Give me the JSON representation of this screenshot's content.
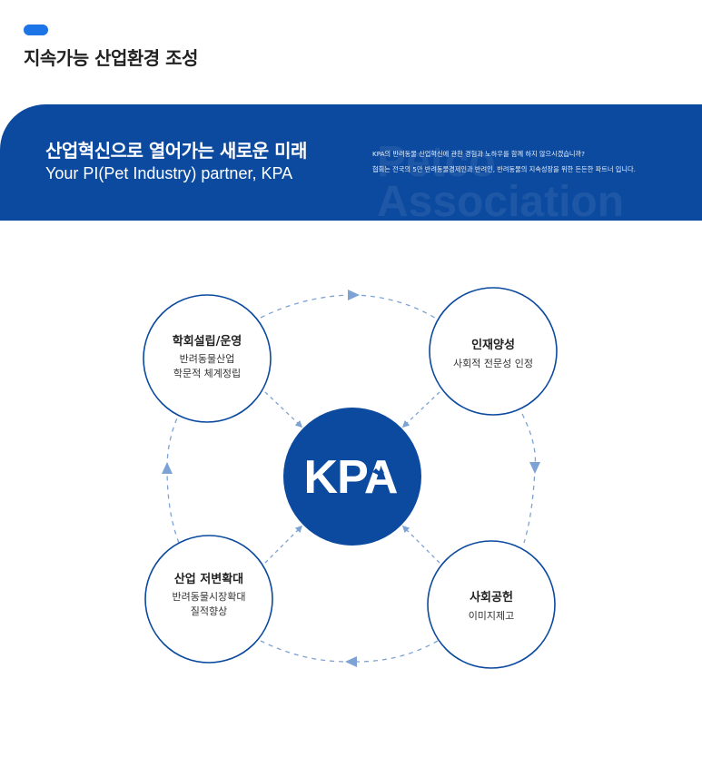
{
  "header": {
    "title": "지속가능 산업환경 조성"
  },
  "banner": {
    "heading": "산업혁신으로 열어가는 새로운 미래",
    "subheading": "Your PI(Pet Industry) partner, KPA",
    "description": [
      "KPA의 반려동물 산업혁신에 관한 경험과 노하우를 함께 하지 않으시겠습니까?",
      "협회는 전국의 5만 반려동물경제인과 반려인, 반려동물의 지속성장을 위한 든든한 파트너 입니다."
    ],
    "watermark": "Petco\nAssociation"
  },
  "diagram": {
    "center": {
      "label": "KPA"
    },
    "nodes": [
      {
        "title": "학회설립/운영",
        "lines": [
          "반려동물산업",
          "학문적 체계정립"
        ]
      },
      {
        "title": "인재양성",
        "lines": [
          "사회적 전문성 인정"
        ]
      },
      {
        "title": "산업 저변확대",
        "lines": [
          "반려동물시장확대",
          "질적향상"
        ]
      },
      {
        "title": "사회공헌",
        "lines": [
          "이미지제고"
        ]
      }
    ]
  },
  "colors": {
    "primary": "#0b4a9f",
    "accent": "#1d74e6",
    "connector": "#7da3d4"
  }
}
